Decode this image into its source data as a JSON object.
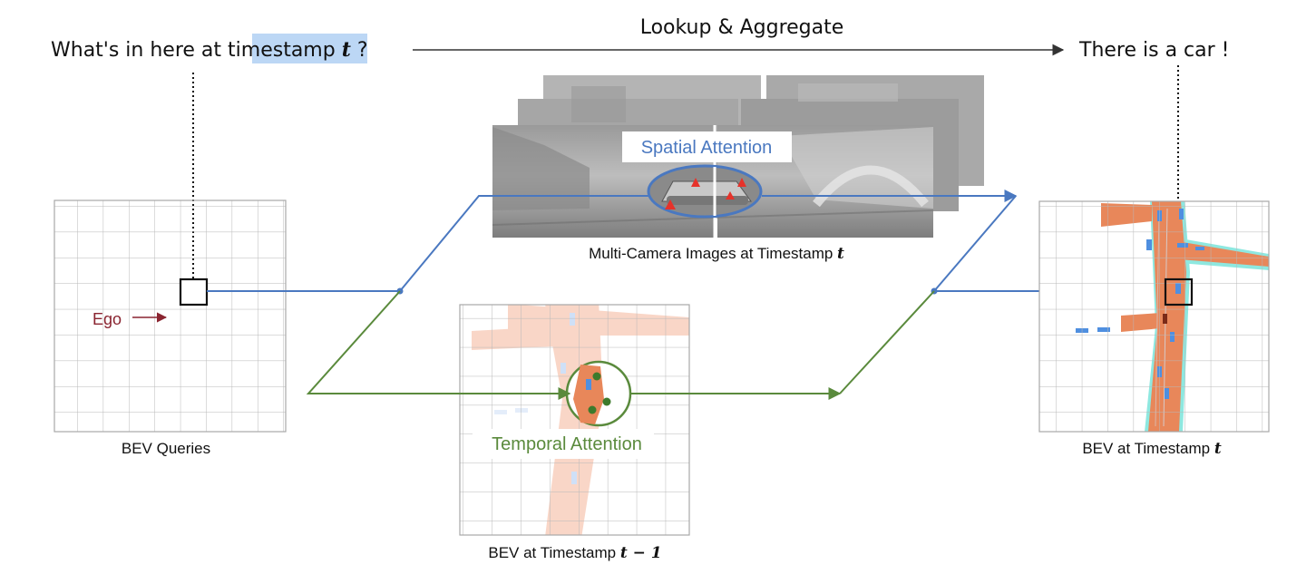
{
  "question": {
    "before": "What's in here at ",
    "highlighted": "timestamp",
    "variable": "t",
    "after": " ?"
  },
  "top_arrow_label": "Lookup & Aggregate",
  "answer": "There is a car !",
  "spatial_attention_label": "Spatial Attention",
  "temporal_attention_label": "Temporal Attention",
  "camera_caption": {
    "text": "Multi-Camera Images at Timestamp ",
    "variable": "t"
  },
  "bev_queries_caption": "BEV Queries",
  "ego_label": "Ego",
  "bev_prev_caption": {
    "text": "BEV at Timestamp ",
    "variable": "t − 1"
  },
  "bev_current_caption": {
    "text": "BEV at Timestamp ",
    "variable": "t"
  },
  "colors": {
    "highlight": "#bcd7f5",
    "spatial_blue": "#4a78c0",
    "temporal_green": "#5a8a3c",
    "ego_red": "#8a2430",
    "road_orange": "#e8875a",
    "vehicle_blue": "#4f8fe0",
    "cyan_edge": "#8ee8e0"
  }
}
